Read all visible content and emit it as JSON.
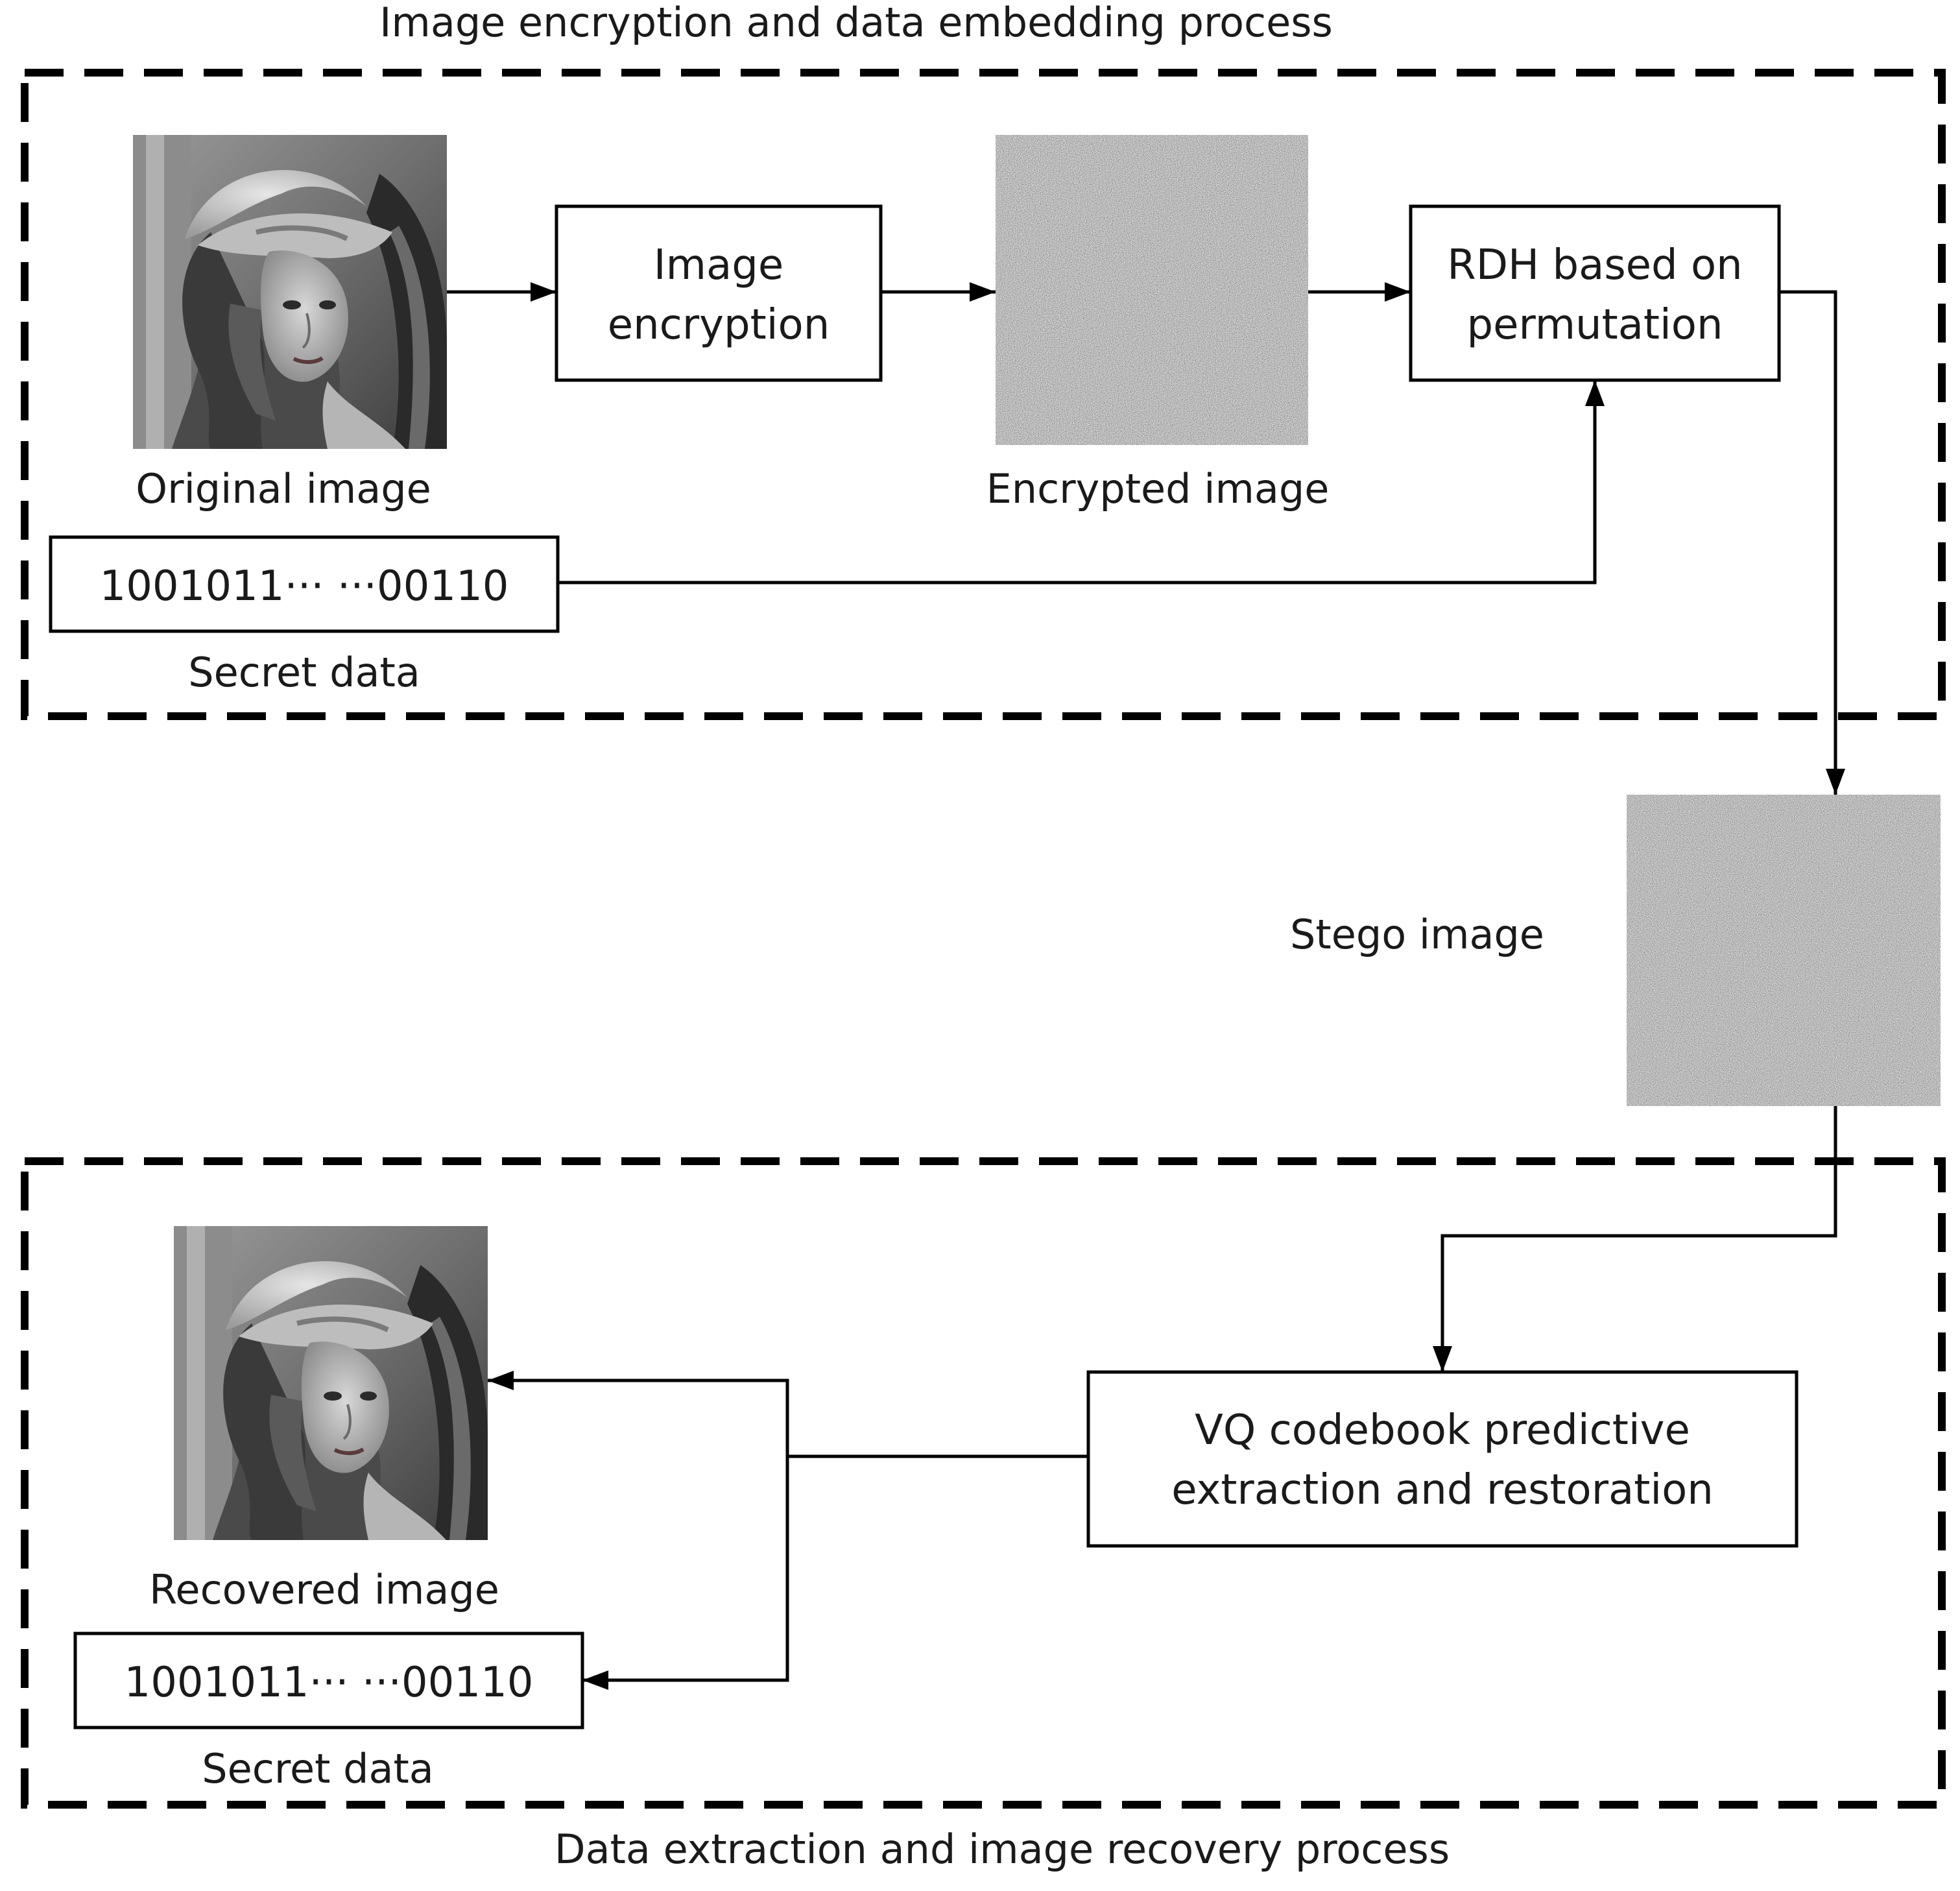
{
  "diagram": {
    "top_section_title": "Image encryption and data embedding process",
    "bottom_section_title": "Data extraction and image recovery process",
    "original_image_label": "Original image",
    "encrypted_image_label": "Encrypted image",
    "stego_image_label": "Stego image",
    "recovered_image_label": "Recovered image",
    "image_encryption_box": [
      "Image",
      "encryption"
    ],
    "rdh_box": [
      "RDH based on",
      "permutation"
    ],
    "vq_box": [
      "VQ codebook predictive",
      "extraction and restoration"
    ],
    "secret_bits_top": "1001011··· ···00110",
    "secret_bits_bottom": "1001011··· ···00110",
    "secret_data_label_top": "Secret data",
    "secret_data_label_bottom": "Secret data"
  }
}
